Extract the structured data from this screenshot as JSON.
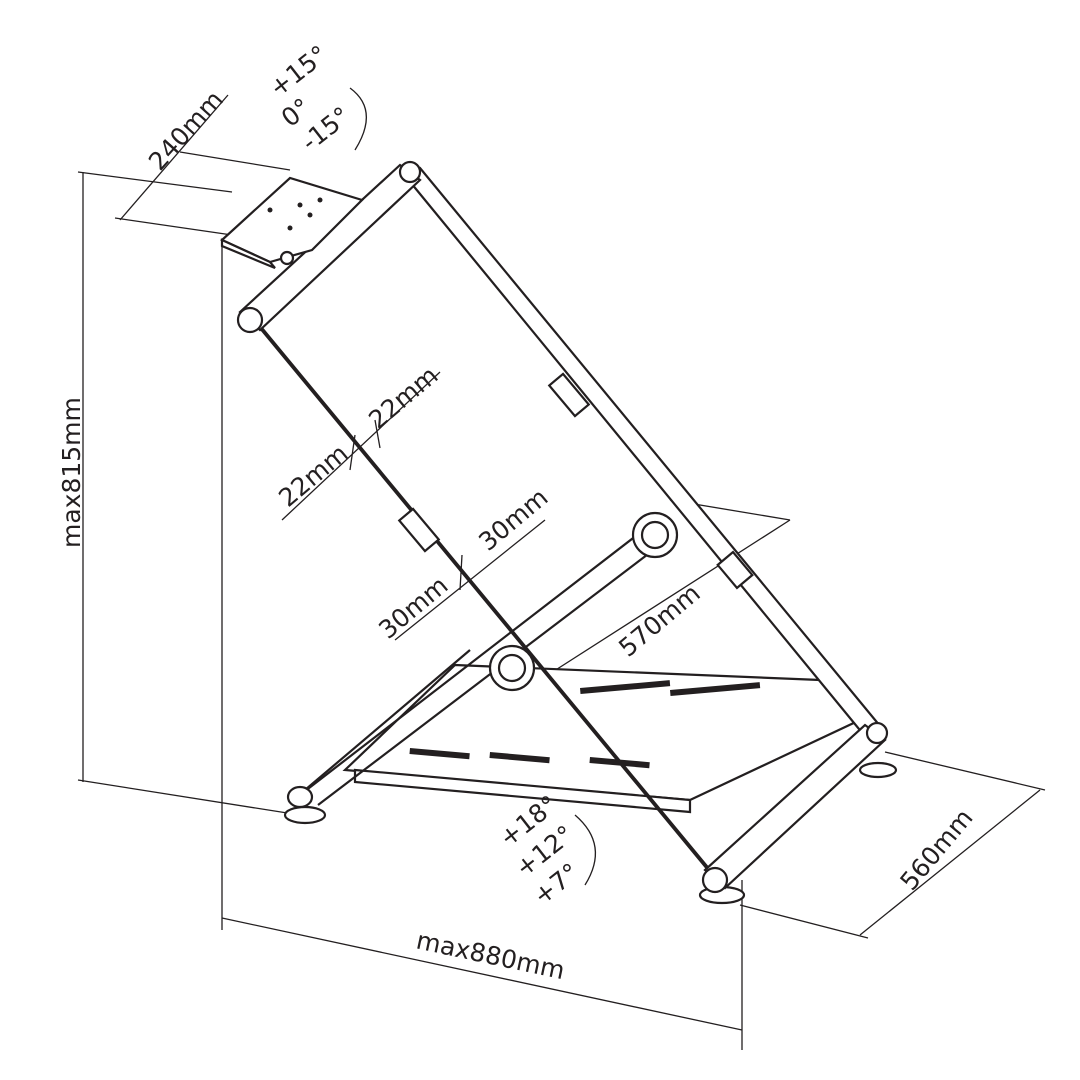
{
  "plate_tilt": {
    "plus": "+15°",
    "zero": "0°",
    "minus": "-15°"
  },
  "pedal_tilt": {
    "a": "+18°",
    "b": "+12°",
    "c": "+7°"
  },
  "dimensions": {
    "plate_depth": "240mm",
    "max_height": "max815mm",
    "tube_a_1": "22mm",
    "tube_a_2": "22mm",
    "tube_b_1": "30mm",
    "tube_b_2": "30mm",
    "inner_width": "570mm",
    "base_width": "560mm",
    "max_length": "max880mm"
  },
  "colors": {
    "line": "#231f20",
    "background": "#ffffff"
  }
}
